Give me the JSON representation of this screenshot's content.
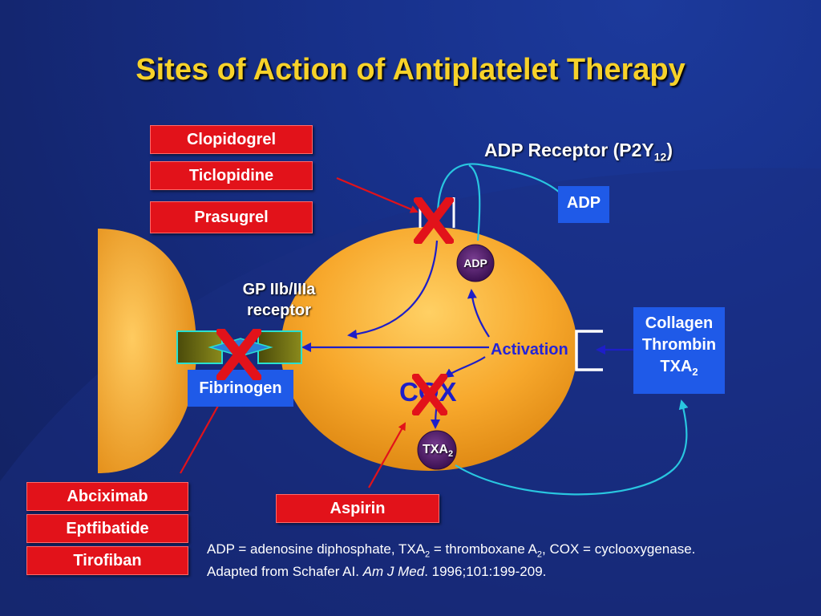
{
  "title": "Sites of Action of Antiplatelet Therapy",
  "drugs_top": [
    "Clopidogrel",
    "Ticlopidine",
    "Prasugrel"
  ],
  "drugs_bottom": [
    "Abciximab",
    "Eptfibatide",
    "Tirofiban"
  ],
  "aspirin": "Aspirin",
  "adp_receptor": {
    "text": "ADP Receptor (P2Y",
    "sub": "12",
    "close": ")"
  },
  "adp_box": "ADP",
  "adp_circle": "ADP",
  "gp_label": {
    "line1": "GP IIb/IIIa",
    "line2": "receptor"
  },
  "fibrinogen": "Fibrinogen",
  "activation": "Activation",
  "cox": "COX",
  "txa2_circle": {
    "text": "TXA",
    "sub": "2"
  },
  "agonists": {
    "line1": "Collagen",
    "line2": "Thrombin",
    "line3": "TXA",
    "line3_sub": "2"
  },
  "footnote": {
    "a": "ADP = adenosine diphosphate, TXA",
    "a_sub": "2",
    "b": " = thromboxane A",
    "b_sub": "2",
    "c": ", COX = cyclooxygenase.",
    "line2_a": "Adapted from Schafer AI. ",
    "line2_i": "Am J Med",
    "line2_b": ". 1996;101:199-209."
  },
  "colors": {
    "background": "#15256e",
    "title": "#f7d22a",
    "drug_box": "#e2121a",
    "platelet": "#f5a323",
    "blue_box": "#1f5ae8",
    "connector": "#29c6e0",
    "arrow_red": "#e2121a",
    "arrow_blue": "#1e1ec8"
  }
}
